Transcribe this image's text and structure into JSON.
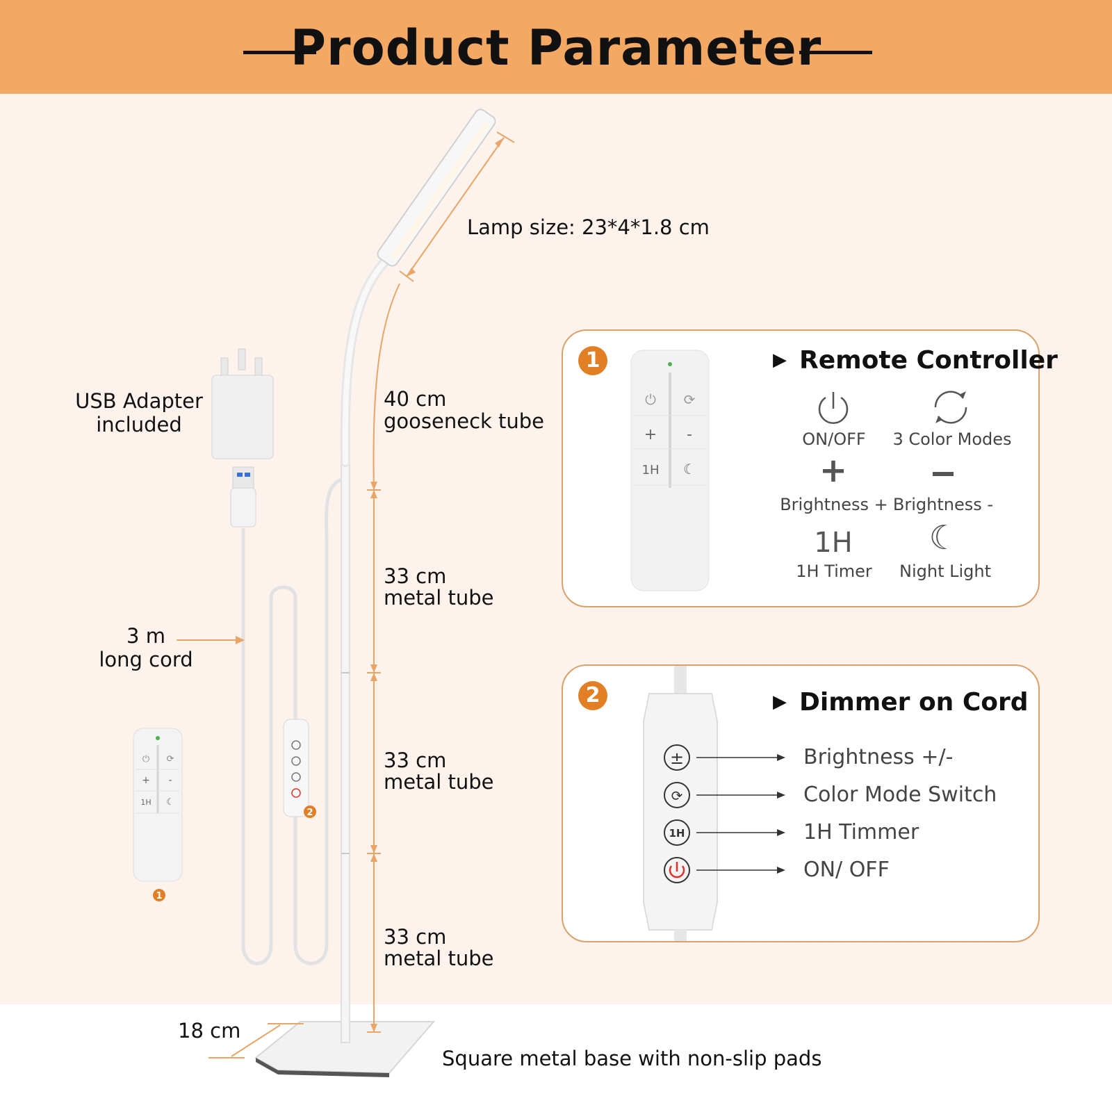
{
  "header": {
    "title": "Product Parameter"
  },
  "lamp": {
    "lamp_size": "Lamp size: 23*4*1.8 cm",
    "segments": [
      {
        "length": "40 cm",
        "name": "gooseneck tube"
      },
      {
        "length": "33 cm",
        "name": "metal tube"
      },
      {
        "length": "33 cm",
        "name": "metal tube"
      },
      {
        "length": "33 cm",
        "name": "metal tube"
      }
    ],
    "base_width": "18 cm",
    "base_desc": "Square metal base with non-slip pads"
  },
  "accessories": {
    "adapter_line1": "USB Adapter",
    "adapter_line2": "included",
    "cord_line1": "3 m",
    "cord_line2": "long cord",
    "remote_badge": "1",
    "dimmer_badge": "2",
    "mini_remote_keys": [
      "1H"
    ]
  },
  "remote_card": {
    "badge": "1",
    "title": "Remote Controller",
    "remote_keys": {
      "plus": "+",
      "minus": "-",
      "timer": "1H"
    },
    "functions": [
      {
        "icon": "power-icon",
        "label": "ON/OFF"
      },
      {
        "icon": "cycle-icon",
        "label": "3 Color Modes"
      },
      {
        "icon": "plus-icon",
        "label": "Brightness +"
      },
      {
        "icon": "minus-icon",
        "label": "Brightness -"
      },
      {
        "icon": "timer-icon",
        "glyph": "1H",
        "label": "1H Timer"
      },
      {
        "icon": "moon-icon",
        "label": "Night Light"
      }
    ]
  },
  "dimmer_card": {
    "badge": "2",
    "title": "Dimmer on Cord",
    "buttons": [
      {
        "icon": "plus-minus-icon",
        "label": "Brightness +/-"
      },
      {
        "icon": "cycle-icon",
        "label": "Color Mode Switch"
      },
      {
        "icon": "timer-icon",
        "glyph": "1H",
        "label": "1H Timmer"
      },
      {
        "icon": "power-icon",
        "label": "ON/ OFF"
      }
    ]
  },
  "colors": {
    "header_bg": "#f3a864",
    "accent_orange": "#e27f24",
    "card_border": "#d9a06a",
    "warm_bg": "#fdf3ec",
    "dimension_line": "#e8a565",
    "power_red": "#e0302a"
  }
}
